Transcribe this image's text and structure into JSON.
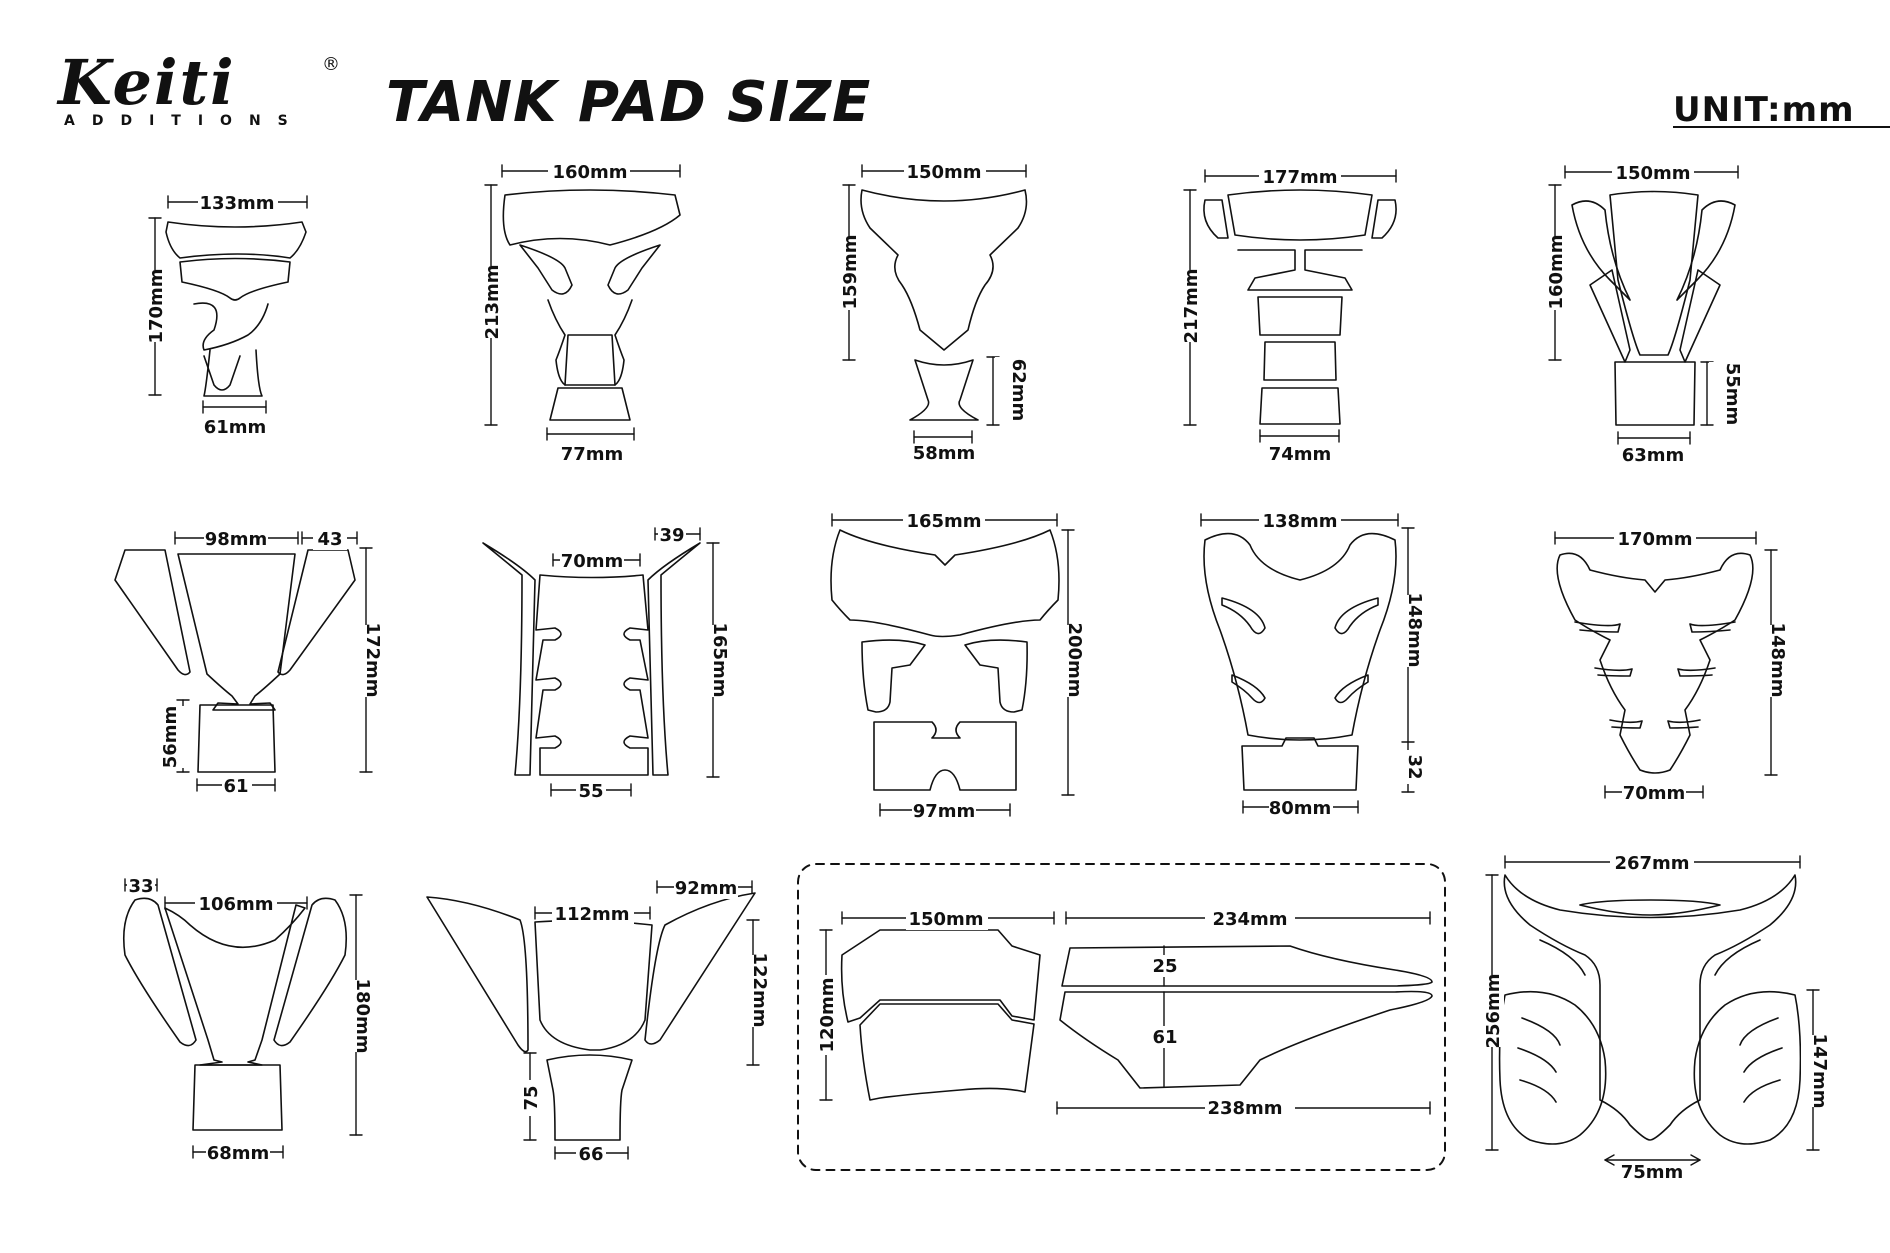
{
  "header": {
    "logo": "Keiti",
    "logo_sub": "ADDITIONS",
    "registered": "®",
    "title": "TANK PAD SIZE",
    "unit": "UNIT:mm"
  },
  "pads": [
    {
      "labels": [
        "133mm",
        "170mm",
        "61mm"
      ]
    },
    {
      "labels": [
        "160mm",
        "213mm",
        "77mm"
      ]
    },
    {
      "labels": [
        "150mm",
        "159mm",
        "62mm",
        "58mm"
      ]
    },
    {
      "labels": [
        "177mm",
        "217mm",
        "74mm"
      ]
    },
    {
      "labels": [
        "150mm",
        "160mm",
        "55mm",
        "63mm"
      ]
    },
    {
      "labels": [
        "98mm",
        "43",
        "172mm",
        "56mm",
        "61"
      ]
    },
    {
      "labels": [
        "39",
        "70mm",
        "165mm",
        "55"
      ]
    },
    {
      "labels": [
        "165mm",
        "200mm",
        "97mm"
      ]
    },
    {
      "labels": [
        "138mm",
        "148mm",
        "32",
        "80mm"
      ]
    },
    {
      "labels": [
        "170mm",
        "148mm",
        "70mm"
      ]
    },
    {
      "labels": [
        "33",
        "106mm",
        "180mm",
        "68mm"
      ]
    },
    {
      "labels": [
        "92mm",
        "112mm",
        "122mm",
        "75",
        "66"
      ]
    },
    {
      "labels": [
        "150mm",
        "120mm",
        "234mm",
        "25",
        "61",
        "238mm"
      ]
    },
    {
      "labels": [
        "267mm",
        "256mm",
        "147mm",
        "75mm"
      ]
    }
  ],
  "colors": {
    "ink": "#111111",
    "background": "#ffffff"
  }
}
